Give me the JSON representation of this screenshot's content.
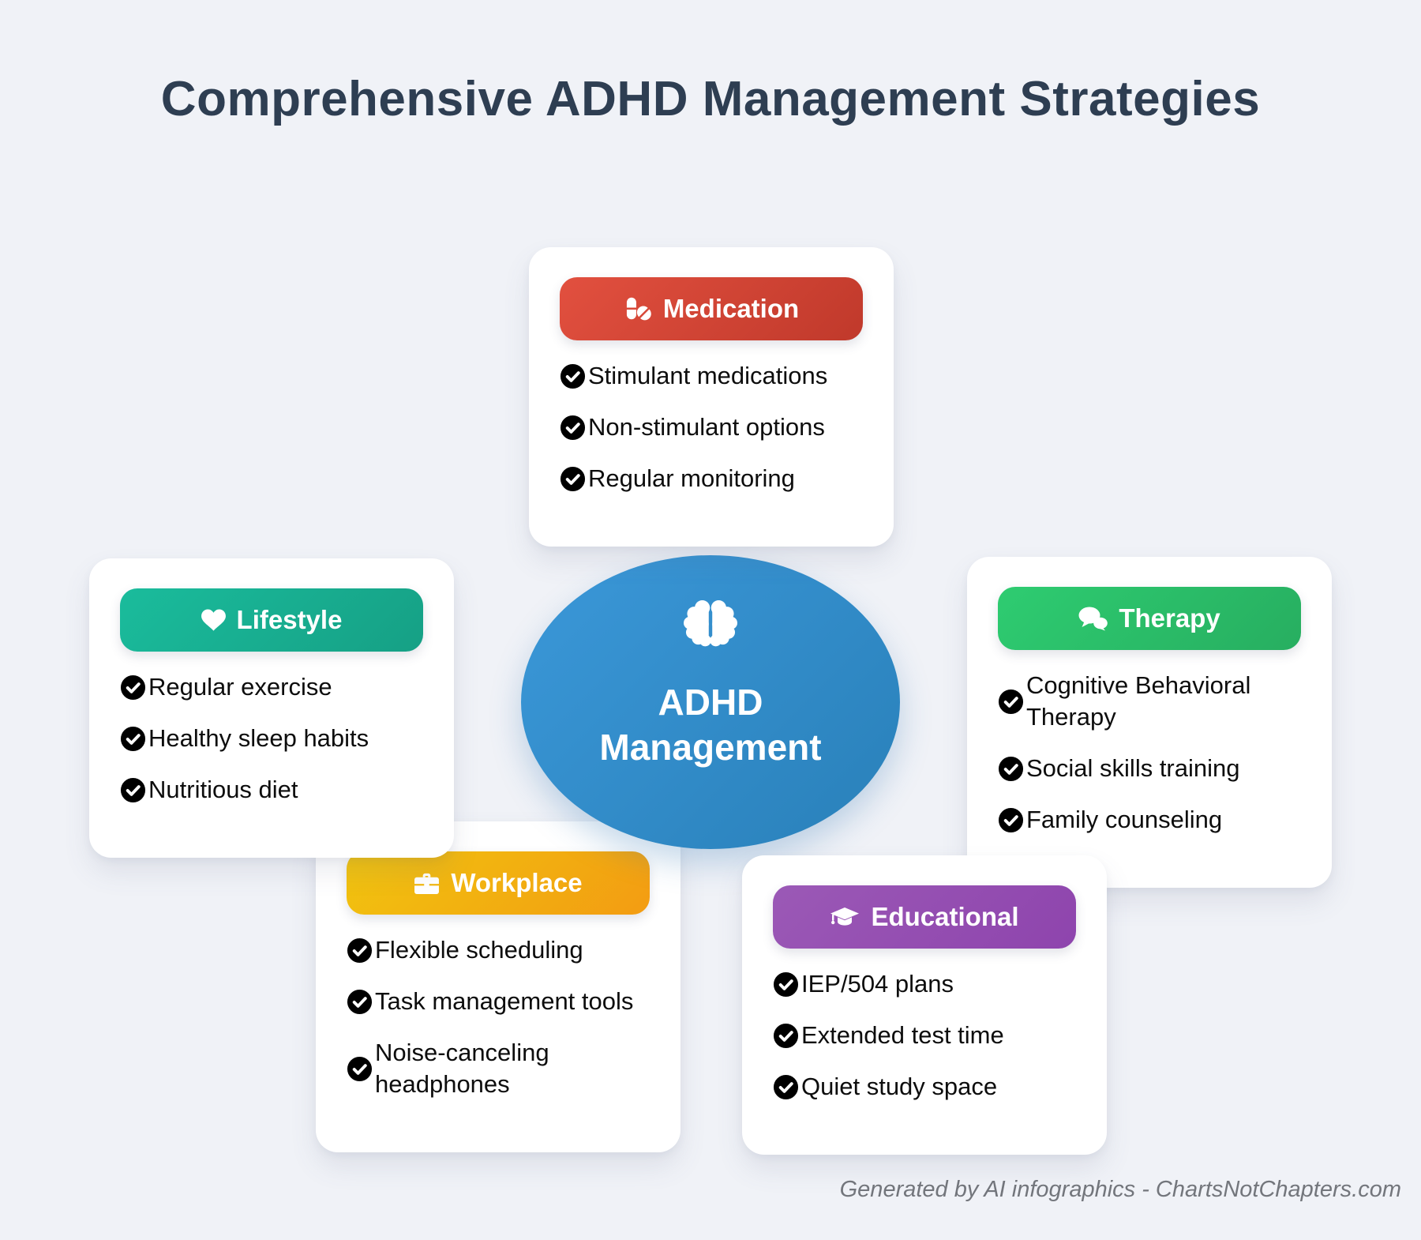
{
  "title": "Comprehensive ADHD Management Strategies",
  "background_color": "#f0f2f7",
  "title_color": "#2e3e52",
  "center": {
    "title": "ADHD Management",
    "icon": "brain-icon",
    "color_from": "#3b98d9",
    "color_to": "#2980b9"
  },
  "cards": [
    {
      "id": "medication",
      "title": "Medication",
      "icon": "pills-icon",
      "color_from": "#e2503f",
      "color_to": "#c0392b",
      "items": [
        "Stimulant medications",
        "Non-stimulant options",
        "Regular monitoring"
      ]
    },
    {
      "id": "lifestyle",
      "title": "Lifestyle",
      "icon": "heart-icon",
      "color_from": "#1abc9c",
      "color_to": "#16a085",
      "items": [
        "Regular exercise",
        "Healthy sleep habits",
        "Nutritious diet"
      ]
    },
    {
      "id": "therapy",
      "title": "Therapy",
      "icon": "comments-icon",
      "color_from": "#2ecc71",
      "color_to": "#27ae60",
      "items": [
        "Cognitive Behavioral Therapy",
        "Social skills training",
        "Family counseling"
      ]
    },
    {
      "id": "workplace",
      "title": "Workplace",
      "icon": "briefcase-icon",
      "color_from": "#f1c40f",
      "color_to": "#f39c12",
      "items": [
        "Flexible scheduling",
        "Task management tools",
        "Noise-canceling headphones"
      ]
    },
    {
      "id": "educational",
      "title": "Educational",
      "icon": "graduation-cap-icon",
      "color_from": "#9b59b6",
      "color_to": "#8e44ad",
      "items": [
        "IEP/504 plans",
        "Extended test time",
        "Quiet study space"
      ]
    }
  ],
  "checkmark_color": "#000000",
  "footer": {
    "credit": "Generated by AI infographics - ChartsNotChapters.com"
  }
}
